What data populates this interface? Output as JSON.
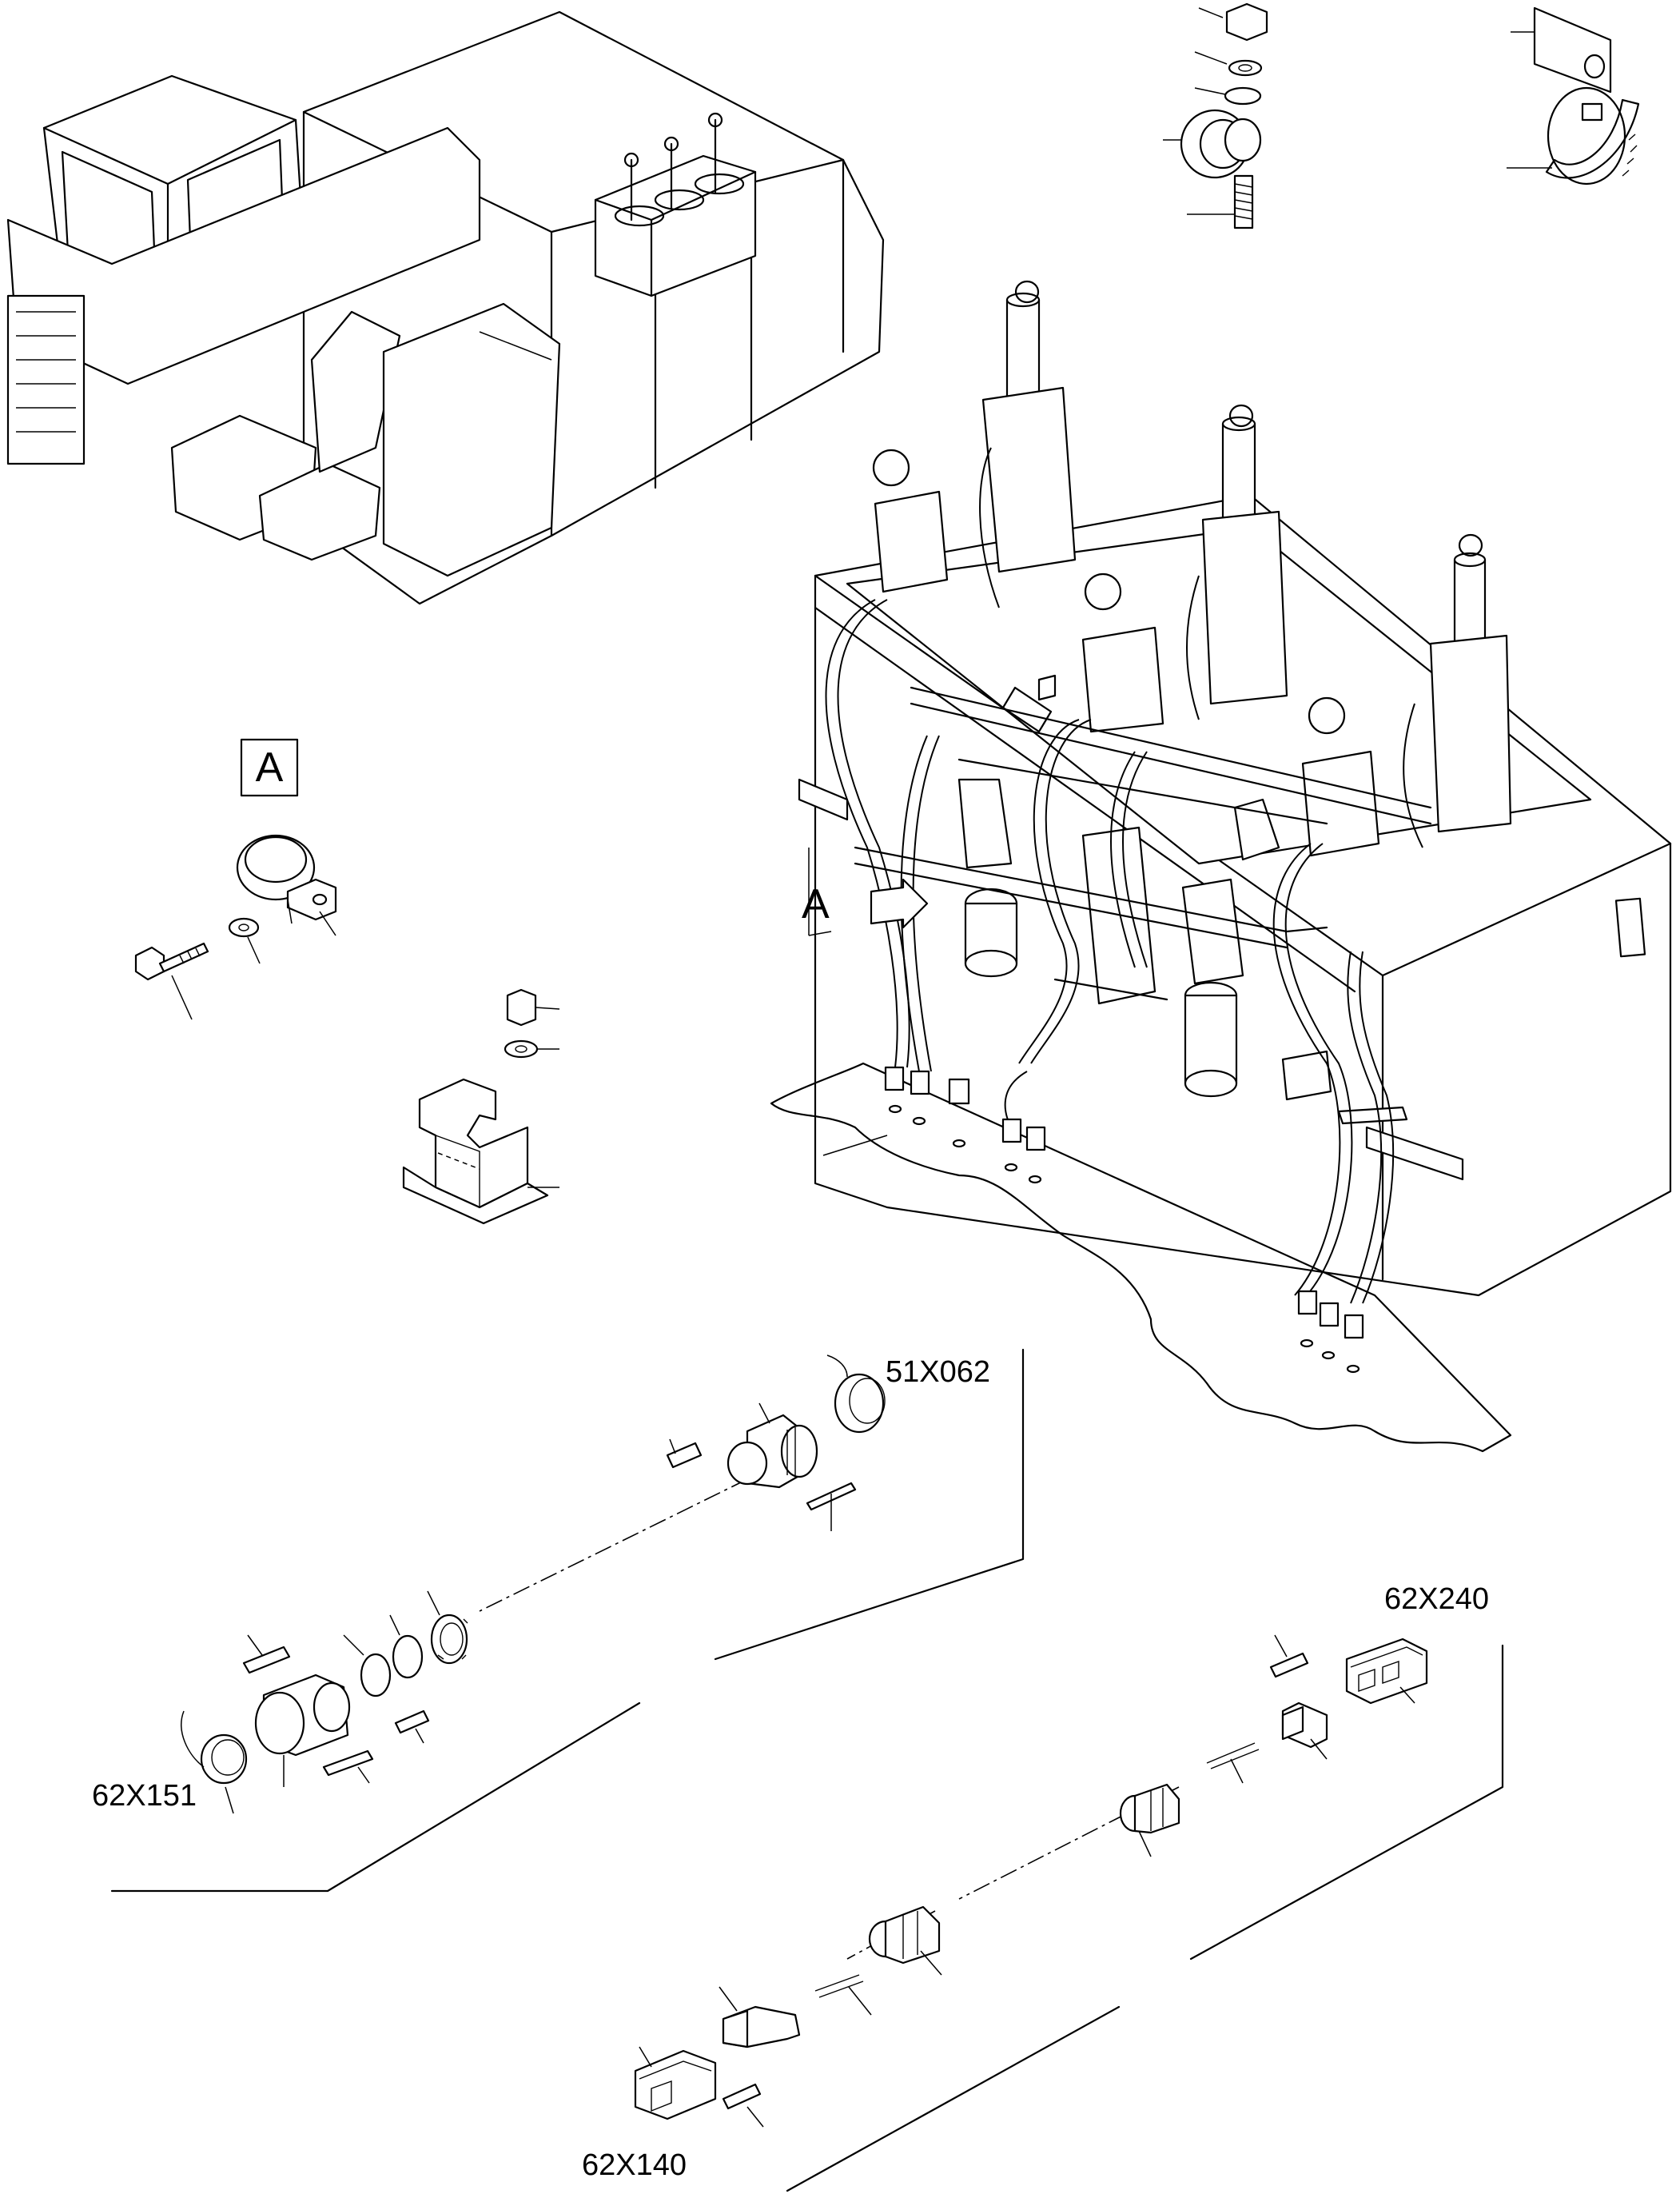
{
  "diagram": {
    "view_label": "A",
    "detail_label": "A",
    "connectors": [
      {
        "id": "51X062"
      },
      {
        "id": "62X151"
      },
      {
        "id": "62X240"
      },
      {
        "id": "62X140"
      }
    ]
  }
}
